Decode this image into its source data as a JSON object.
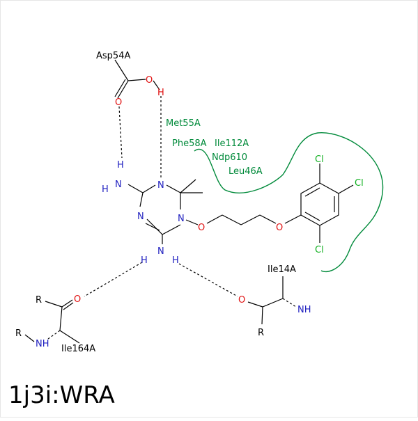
{
  "caption": "1j3i:WRA",
  "colors": {
    "carbon": "#000000",
    "nitrogen": "#2020c0",
    "oxygen": "#e01010",
    "chlorine": "#10b020",
    "contact": "#008a3a"
  },
  "labels": {
    "asp54a": "Asp54A",
    "met55a": "Met55A",
    "phe58a": "Phe58A",
    "ile112a": "Ile112A",
    "ndp610": "Ndp610",
    "leu46a": "Leu46A",
    "ile164a": "Ile164A",
    "ile14a": "Ile14A",
    "o": "O",
    "h": "H",
    "n": "N",
    "nh": "NH",
    "r": "R",
    "cl": "Cl"
  }
}
